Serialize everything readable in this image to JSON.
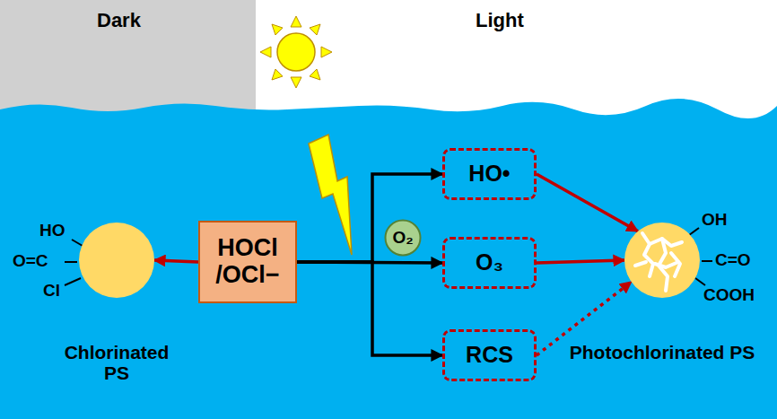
{
  "diagram": {
    "nodes": [
      {
        "text": [
          "Chlorinated PS"
        ]
      },
      {
        "text": [
          "HOCl /OCl−"
        ]
      },
      {
        "text": [
          "HO•"
        ]
      },
      {
        "text": [
          "O₂"
        ]
      },
      {
        "text": [
          "O₃"
        ]
      },
      {
        "text": [
          "RCS"
        ]
      },
      {
        "text": [
          "Photochlorinated PS"
        ]
      }
    ],
    "edges": [
      {
        "from": 1,
        "to": 0,
        "arrow": "to"
      },
      {
        "from": 1,
        "to": 2,
        "arrow": "to"
      },
      {
        "from": 1,
        "to": 4,
        "arrow": "to"
      },
      {
        "from": 1,
        "to": 5,
        "arrow": "to"
      },
      {
        "from": 2,
        "to": 6,
        "arrow": "to"
      },
      {
        "from": 4,
        "to": 6,
        "arrow": "to"
      },
      {
        "from": 5,
        "to": 6,
        "arrow": "to"
      }
    ],
    "labels": [
      "Dark",
      "Light",
      "HO",
      "O=C",
      "Cl",
      "OH",
      "C=O",
      "COOH"
    ]
  }
}
